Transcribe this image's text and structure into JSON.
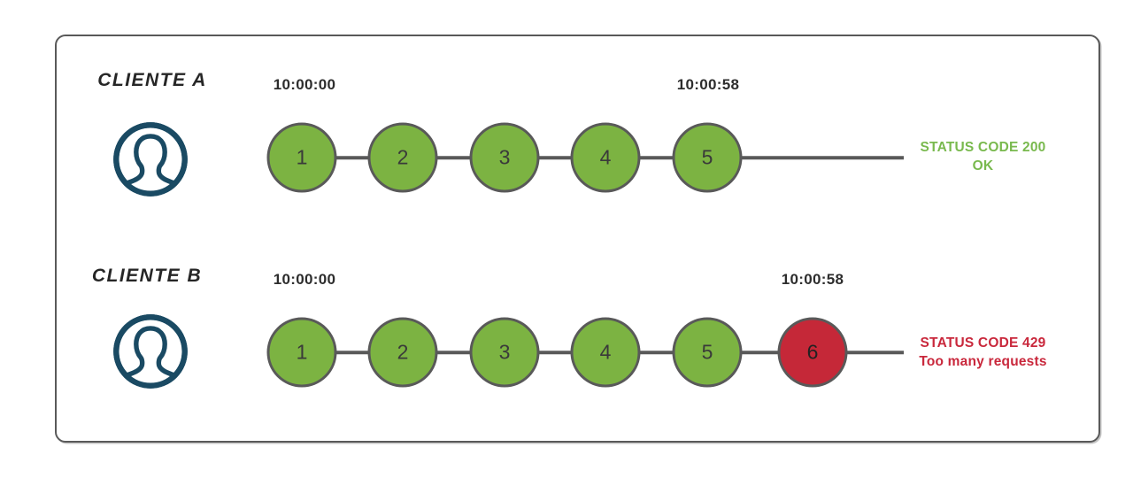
{
  "colors": {
    "node_green": "#7CB342",
    "node_red": "#C52838",
    "avatar_navy": "#1A4A63",
    "line_gray": "#595959",
    "text_dark": "#2d2d2d",
    "text_green": "#79B94E",
    "text_red": "#C9283C"
  },
  "clients": [
    {
      "name": "CLIENTE A",
      "start_time": "10:00:00",
      "end_time": "10:00:58",
      "requests": [
        "1",
        "2",
        "3",
        "4",
        "5"
      ],
      "status_code_label": "STATUS CODE 200",
      "status_message": "OK"
    },
    {
      "name": "CLIENTE B",
      "start_time": "10:00:00",
      "end_time": "10:00:58",
      "requests": [
        "1",
        "2",
        "3",
        "4",
        "5",
        "6"
      ],
      "status_code_label": "STATUS CODE 429",
      "status_message": "Too many requests"
    }
  ]
}
